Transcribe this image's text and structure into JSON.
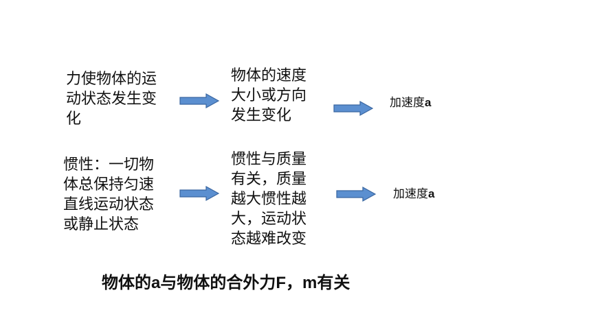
{
  "row1": {
    "cause": "力使物体的运\n动状态发生变\n化",
    "middle": "物体的速度\n大小或方向\n发生变化",
    "result_zh": "加速度",
    "result_sym": "a"
  },
  "row2": {
    "cause": "惯性：一切物\n体总保持匀速\n直线运动状态\n或静止状态",
    "middle": "惯性与质量\n有关，质量\n越大惯性越\n大，运动状\n态越难改变",
    "result_zh": "加速度",
    "result_sym": "a"
  },
  "conclusion": {
    "part1": "物体的",
    "sym1": "a",
    "part2": "与物体的合外力",
    "sym2": "F",
    "part3": "，",
    "sym3": "m",
    "part4": "有关"
  },
  "colors": {
    "arrow_fill": "#5b8fd0",
    "arrow_stroke": "#3a66a0"
  }
}
